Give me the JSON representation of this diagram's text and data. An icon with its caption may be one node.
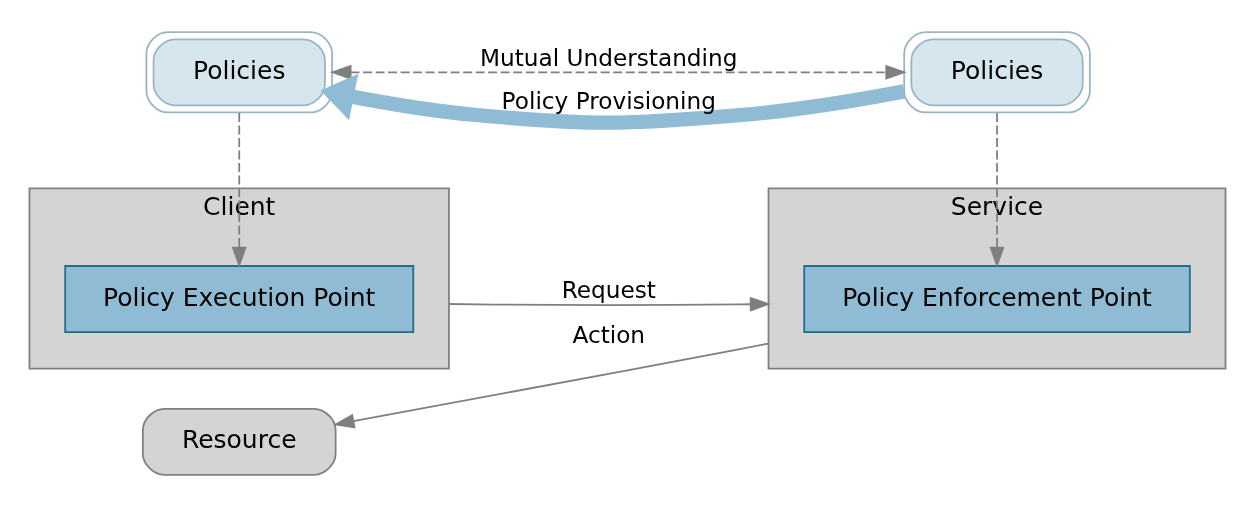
{
  "diagram": {
    "nodes": [
      {
        "text": [
          "Client"
        ]
      },
      {
        "text": [
          "Policy Execution Point"
        ],
        "in": 0
      },
      {
        "text": [
          "Service"
        ]
      },
      {
        "text": [
          "Policy Enforcement Point"
        ],
        "in": 2
      },
      {
        "text": [
          "Resource"
        ]
      },
      {
        "text": [
          "Policies"
        ]
      },
      {
        "text": [
          "Policies"
        ]
      }
    ],
    "edges": [
      {
        "from": 0,
        "to": 2,
        "arrow": "to",
        "label": "Request"
      },
      {
        "from": 2,
        "to": 4,
        "arrow": "to",
        "label": "Action"
      },
      {
        "from": 5,
        "to": 1,
        "arrow": "to",
        "style": "dashed"
      },
      {
        "from": 6,
        "to": 3,
        "arrow": "to",
        "style": "dashed"
      },
      {
        "from": 5,
        "to": 6,
        "arrow": "both",
        "style": "dashed",
        "label": "Mutual Understanding"
      },
      {
        "from": 6,
        "to": 5,
        "arrow": "to",
        "style": "thick",
        "color": "#8fbcd4",
        "label": "Policy Provisioning"
      }
    ]
  }
}
